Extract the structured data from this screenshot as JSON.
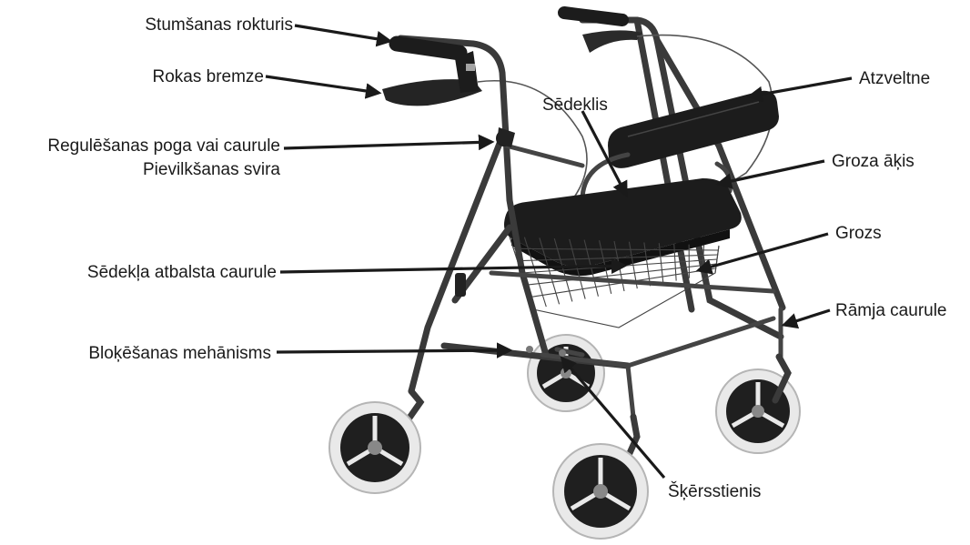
{
  "labels": {
    "push_handle": "Stumšanas rokturis",
    "hand_brake": "Rokas bremze",
    "adjust_knob": "Regulēšanas poga vai caurule",
    "tension_lever": "Pievilkšanas svira",
    "seat_support_tube": "Sēdekļa atbalsta caurule",
    "locking_mechanism": "Bloķēšanas mehānisms",
    "seat": "Sēdeklis",
    "backrest": "Atzveltne",
    "basket_hook": "Groza āķis",
    "basket": "Grozs",
    "frame_tube": "Rāmja caurule",
    "cross_bar": "Šķērsstienis"
  },
  "colors": {
    "frame": "#3a3a3a",
    "tire": "#e9e9e9",
    "seat": "#1c1c1c",
    "text": "#1a1a1a"
  }
}
